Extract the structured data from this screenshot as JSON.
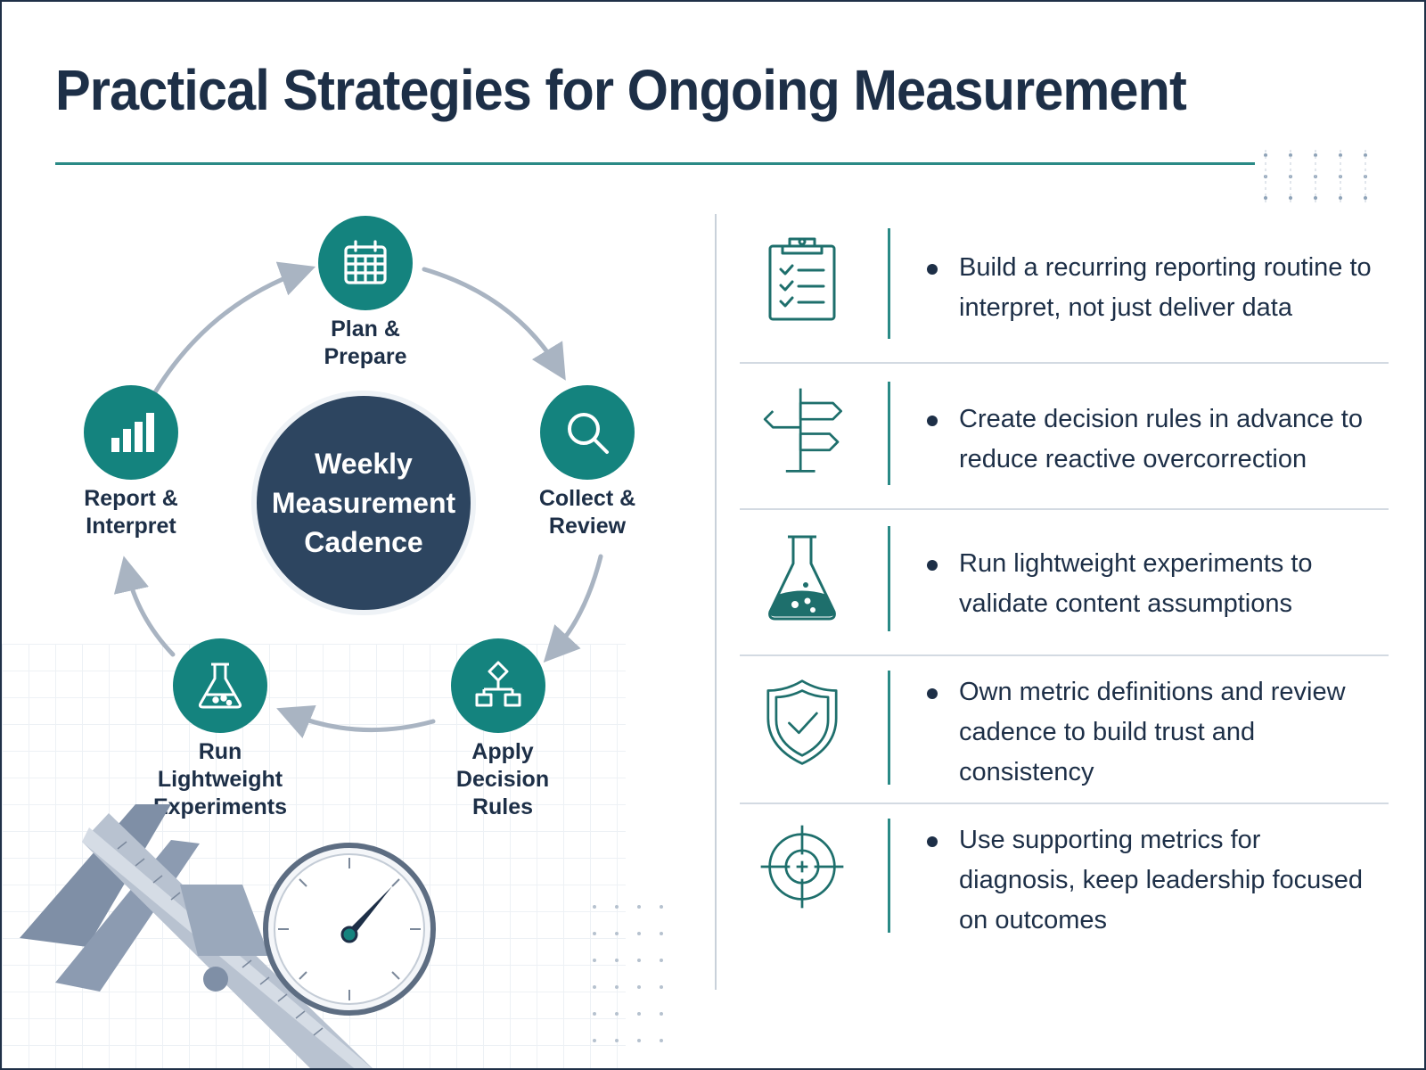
{
  "title": "Practical Strategies for Ongoing Measurement",
  "cycle": {
    "center": "Weekly Measurement Cadence",
    "steps": [
      {
        "label": "Plan & Prepare",
        "icon": "calendar-icon"
      },
      {
        "label": "Collect & Review",
        "icon": "magnifier-icon"
      },
      {
        "label": "Apply Decision Rules",
        "icon": "flowchart-icon"
      },
      {
        "label": "Run Lightweight Experiments",
        "icon": "flask-icon"
      },
      {
        "label": "Report & Interpret",
        "icon": "bar-chart-icon"
      }
    ]
  },
  "strategies": [
    {
      "text": "Build a recurring reporting routine to interpret, not just deliver data",
      "icon": "clipboard-checklist-icon"
    },
    {
      "text": "Create decision rules in advance to reduce reactive overcorrection",
      "icon": "signpost-icon"
    },
    {
      "text": "Run lightweight experiments to validate content assumptions",
      "icon": "flask-icon"
    },
    {
      "text": "Own metric definitions and review cadence to build trust and consistency",
      "icon": "shield-check-icon"
    },
    {
      "text": "Use supporting metrics for diagnosis, keep leadership focused on outcomes",
      "icon": "crosshair-target-icon"
    }
  ],
  "colors": {
    "navy": "#1d2f47",
    "teal": "#14837e",
    "hub": "#2d4560",
    "arrow": "#a9b4c2"
  }
}
